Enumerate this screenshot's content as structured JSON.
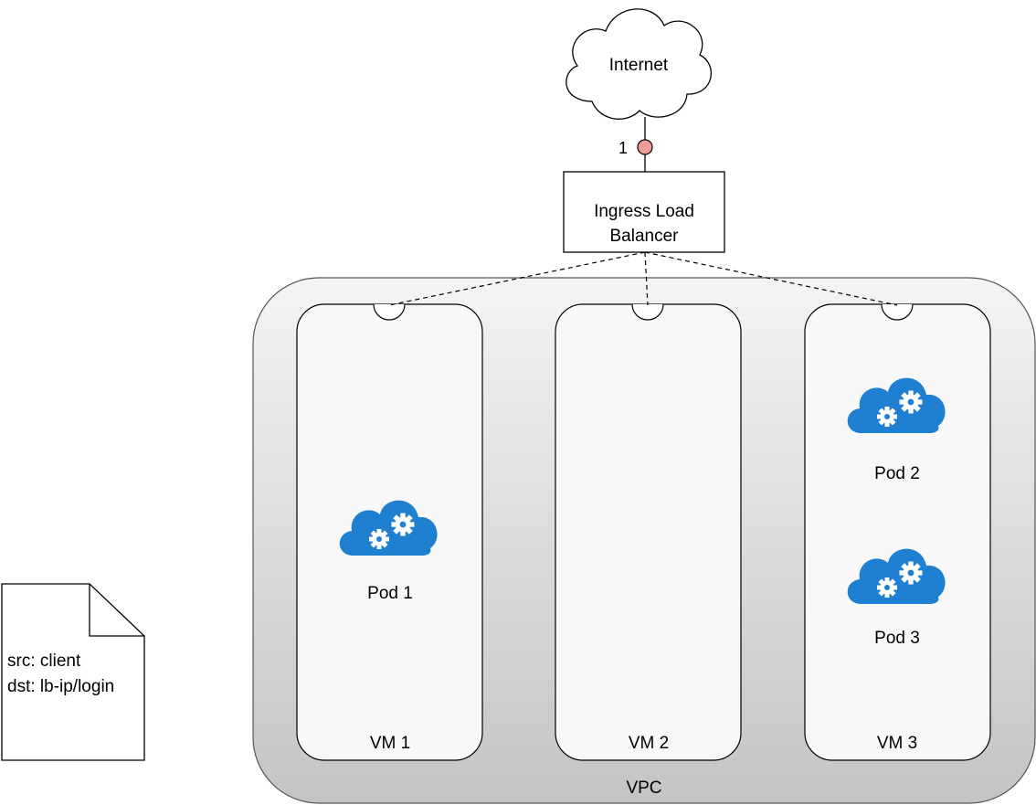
{
  "internet": {
    "label": "Internet"
  },
  "connector": {
    "label": "1"
  },
  "load_balancer": {
    "line1": "Ingress Load",
    "line2": "Balancer"
  },
  "vpc": {
    "label": "VPC"
  },
  "vms": [
    {
      "label": "VM 1"
    },
    {
      "label": "VM 2"
    },
    {
      "label": "VM 3"
    }
  ],
  "pods": [
    {
      "label": "Pod 1"
    },
    {
      "label": "Pod 2"
    },
    {
      "label": "Pod 3"
    }
  ],
  "packet_note": {
    "line1": "src: client",
    "line2": "dst: lb-ip/login"
  },
  "colors": {
    "pod_icon": "#1f7fd1",
    "connector_dot": "#f19c99",
    "vpc_gradient_top": "#f4f4f4",
    "vpc_gradient_bottom": "#c4c4c4"
  }
}
